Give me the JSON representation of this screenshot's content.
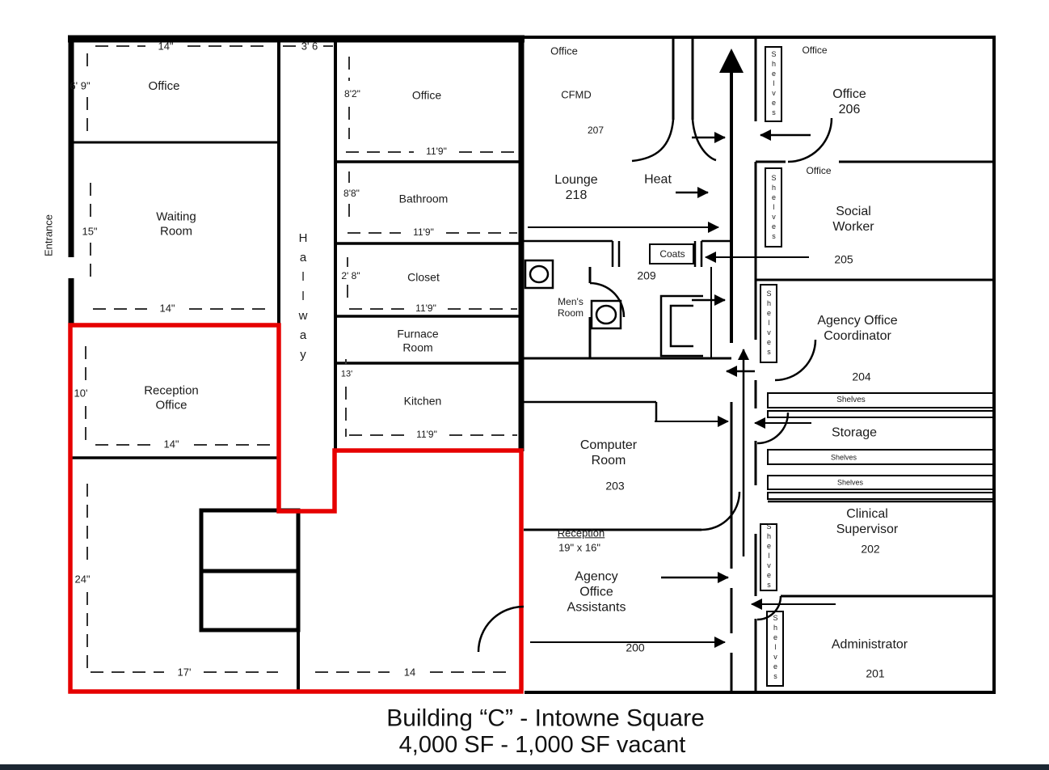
{
  "meta": {
    "colors": {
      "wall": "#000000",
      "vacant_outline": "#e60000",
      "text": "#1a1a1a",
      "bottom_bar": "#1c2733"
    }
  },
  "title": {
    "line1": "Building “C” - Intowne Square",
    "line2": "4,000 SF - 1,000 SF vacant"
  },
  "left_wing": {
    "entrance": "Entrance",
    "hallway": "Hallway",
    "rooms": {
      "office_nw": "Office",
      "waiting_room": "Waiting\nRoom",
      "office_ne": "Office",
      "bathroom": "Bathroom",
      "closet": "Closet",
      "furnace_room": "Furnace\nRoom",
      "kitchen": "Kitchen",
      "reception_office": "Reception\nOffice"
    },
    "dimensions": {
      "office_nw_width": "14\"",
      "office_nw_height": "6' 9\"",
      "hallway_width": "3' 6",
      "waiting_height": "15\"",
      "waiting_width": "14\"",
      "office_ne_height": "8'2\"",
      "office_ne_width": "11'9\"",
      "bathroom_height": "8'8\"",
      "bathroom_width": "11'9\"",
      "closet_height": "2' 8\"",
      "closet_width": "11'9\"",
      "kitchen_height": "13'",
      "kitchen_width": "11'9\"",
      "reception_height": "10'",
      "reception_width": "14\"",
      "lower_room_height": "24\"",
      "lower_room_width_left": "17'",
      "lower_room_width_right": "14"
    }
  },
  "right_wing": {
    "shelves": "Shelves",
    "labels": {
      "office_top_left": "Office",
      "cfmd": "CFMD",
      "room_207": "207",
      "lounge": "Lounge\n218",
      "heat": "Heat",
      "office_top_right": "Office",
      "office_206": "Office\n206",
      "office_205_small": "Office",
      "social_worker": "Social\nWorker",
      "room_205": "205",
      "coats": "Coats",
      "room_209": "209",
      "mens_room": "Men's\nRoom",
      "agency_office_coordinator": "Agency Office\nCoordinator",
      "room_204": "204",
      "storage": "Storage",
      "computer_room": "Computer\nRoom",
      "room_203": "203",
      "clinical_supervisor": "Clinical\nSupervisor",
      "room_202": "202",
      "reception": "Reception",
      "reception_size": "19\" x 16\"",
      "agency_office_assistants": "Agency\nOffice\nAssistants",
      "room_200": "200",
      "administrator": "Administrator",
      "room_201": "201"
    }
  }
}
